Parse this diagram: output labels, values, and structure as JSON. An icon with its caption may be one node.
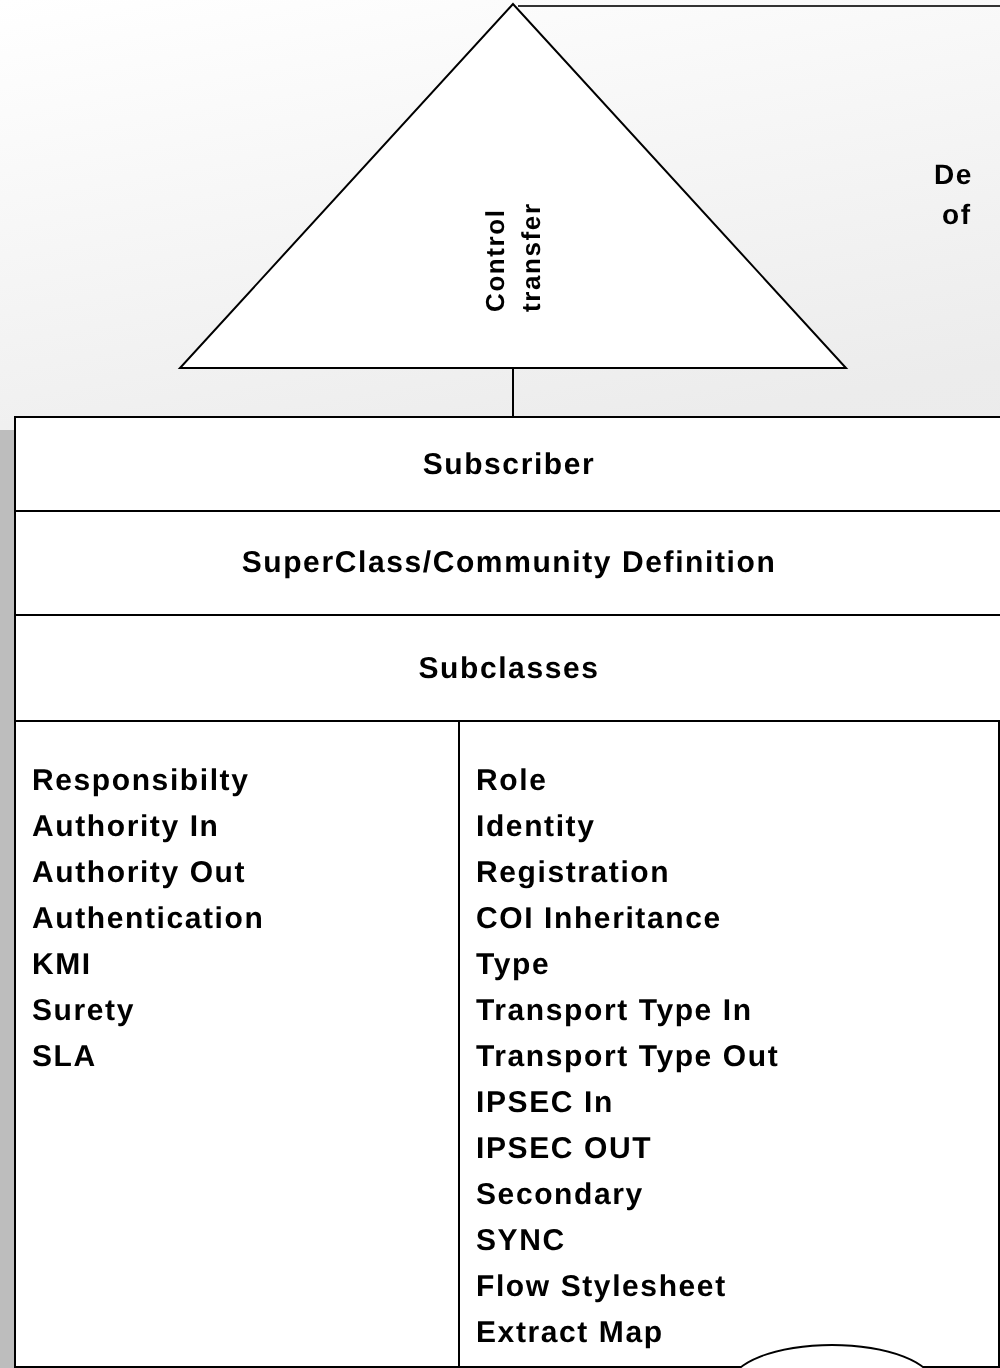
{
  "diagram": {
    "nodes": [
      {
        "text": [
          "Control transfer"
        ]
      },
      {
        "text": [],
        "shape": "box"
      },
      {
        "text": [
          "Subscriber"
        ],
        "in": 1
      },
      {
        "text": [
          "SuperClass/Community Definition"
        ],
        "in": 1
      },
      {
        "text": [
          "Subclasses"
        ],
        "in": 1
      },
      {
        "text": [
          "Responsibilty",
          "Authority In",
          "Authority Out",
          "Authentication",
          "KMI",
          "Surety",
          "SLA"
        ],
        "in": 1
      },
      {
        "text": [
          "Role",
          "Identity",
          "Registration",
          "COI Inheritance",
          "Type",
          "Transport Type In",
          "Transport Type Out",
          "IPSEC In",
          "IPSEC OUT",
          "Secondary",
          "SYNC",
          "Flow Stylesheet",
          "Extract Map"
        ],
        "in": 1
      },
      {
        "text": [],
        "shape": "circle"
      }
    ],
    "edges": [
      {
        "from": 0,
        "to": 1,
        "arrow": "none"
      }
    ],
    "labels": [
      "De",
      "of"
    ]
  }
}
